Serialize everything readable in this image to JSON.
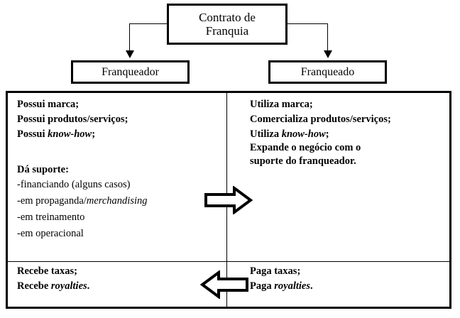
{
  "diagram": {
    "title_box": {
      "line1": "Contrato de",
      "line2": "Franquia"
    },
    "party_boxes": {
      "left": "Franqueador",
      "right": "Franqueado"
    },
    "franqueador": {
      "top_items": [
        "Possui marca;",
        "Possui produtos/serviços;"
      ],
      "know_how_prefix": "Possui ",
      "know_how_term": "know-how",
      "know_how_suffix": ";",
      "support_heading": "Dá suporte:",
      "support_items": [
        "-financiando (alguns casos)",
        "-em treinamento",
        "-em operacional"
      ],
      "support_media_prefix": "-em propaganda/",
      "support_media_term": "merchandising",
      "bottom_items": [
        "Recebe taxas;"
      ],
      "bottom_royalties_prefix": "Recebe ",
      "bottom_royalties_term": "royalties",
      "bottom_royalties_suffix": "."
    },
    "franqueado": {
      "top_items": [
        "Utiliza marca;",
        "Comercializa produtos/serviços;"
      ],
      "know_how_prefix": "Utiliza ",
      "know_how_term": "know-how",
      "know_how_suffix": ";",
      "expand_line1": "Expande o negócio com o",
      "expand_line2": "suporte do franqueador.",
      "bottom_items": [
        "Paga taxas;"
      ],
      "bottom_royalties_prefix": "Paga ",
      "bottom_royalties_term": "royalties",
      "bottom_royalties_suffix": "."
    },
    "flow_arrows": {
      "to_franqueado": "arrow-right",
      "to_franqueador": "arrow-left"
    },
    "colors": {
      "stroke": "#000000",
      "fill": "#ffffff"
    }
  }
}
